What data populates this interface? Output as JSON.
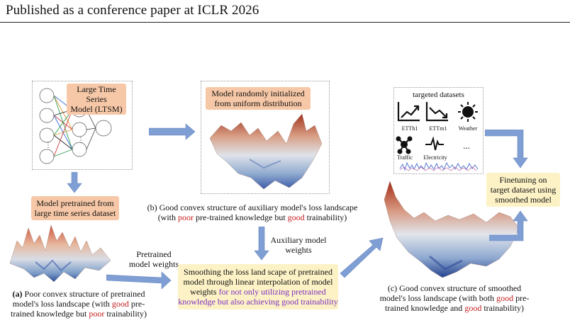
{
  "header": {
    "text": "Published as a conference paper at ICLR 2026"
  },
  "ltsm": {
    "label_line1": "Large Time Series",
    "label_line2": "Model (LTSM)"
  },
  "pretrained_box": {
    "line1": "Model pretrained from",
    "line2": "large time series dataset"
  },
  "random_init_box": {
    "line1": "Model randomly initialized",
    "line2": "from uniform distribution"
  },
  "caption_b": {
    "line1": "(b) Good convex structure of auxiliary model's loss landscape",
    "line2_a": "(with ",
    "line2_poor": "poor",
    "line2_b": " pre-trained knowledge but ",
    "line2_good": "good",
    "line2_c": " trainability)"
  },
  "auxiliary_label": {
    "line1": "Auxiliary model",
    "line2": "weights"
  },
  "pretrained_weights_label": {
    "line1": "Pretrained",
    "line2": "model weights"
  },
  "smoothing_box": {
    "line1": "Smoothing the loss land scape of pretrained",
    "line2": "model through linear interpolation of model",
    "line3_a": "weights ",
    "line3_b": "for not only utilizing pretrained",
    "line4": "knowledge but also achieving good trainability"
  },
  "caption_a": {
    "line1_bold": "(a)",
    "line1": " Poor convex structure of  pretrained",
    "line2_a": "model's loss landscape (with ",
    "line2_good": "good",
    "line2_b": "  pre-",
    "line3_a": "trained knowledge but ",
    "line3_poor": "poor",
    "line3_b": " trainability)"
  },
  "caption_c": {
    "line1": "(c) Good convex structure of smoothed",
    "line2_a": "model's loss landscape (with both ",
    "line2_good": "good",
    "line2_b": "  pre-",
    "line3_a": "trained knowledge and ",
    "line3_good": "good",
    "line3_b": " trainability)"
  },
  "datasets": {
    "title": "targeted datasets",
    "items": [
      "ETTh1",
      "ETTm1",
      "Weather",
      "Traffic",
      "Electricity"
    ],
    "more": "..."
  },
  "finetune_box": {
    "line1": "Finetuning on",
    "line2": "target dataset using",
    "line3": "smoothed model"
  },
  "colors": {
    "peach": "#f7c8a7",
    "cream": "#fdf2c6",
    "arrow": "#7f9fd4",
    "red": "#c41a1a",
    "purple": "#7b2fbf"
  }
}
